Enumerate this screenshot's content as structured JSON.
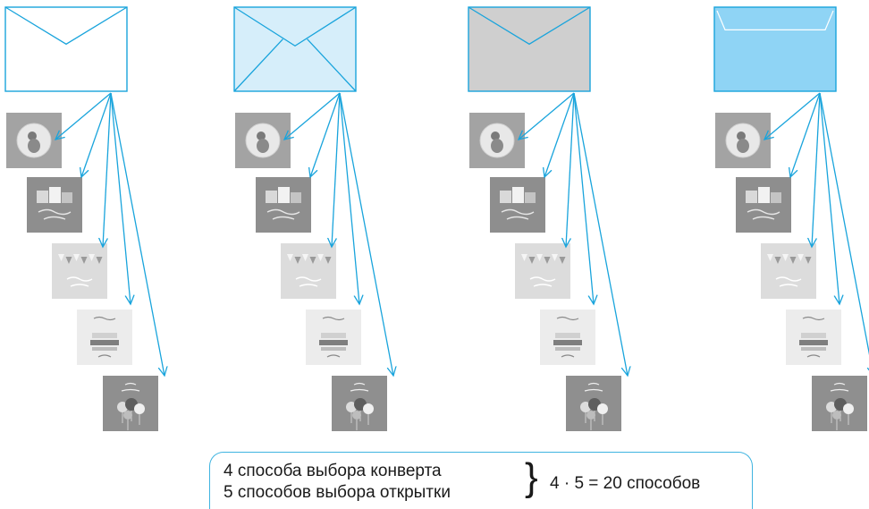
{
  "colors": {
    "arrow": "#19a4dc",
    "envelope_stroke": "#19a4dc",
    "summary_border": "#3fb4e0"
  },
  "envelopes": [
    {
      "name": "envelope-white",
      "fill": "#ffffff",
      "style": "closed"
    },
    {
      "name": "envelope-pale-blue",
      "fill": "#d6eefa",
      "style": "open"
    },
    {
      "name": "envelope-gray",
      "fill": "#cfcfcf",
      "style": "closed"
    },
    {
      "name": "envelope-blue",
      "fill": "#8fd4f5",
      "style": "flap"
    }
  ],
  "cards": [
    {
      "name": "card-bear",
      "fill": "#a3a3a3",
      "motif": "circle"
    },
    {
      "name": "card-gifts",
      "fill": "#8e8e8e",
      "motif": "gifts"
    },
    {
      "name": "card-garland",
      "fill": "#dcdcdc",
      "motif": "flags"
    },
    {
      "name": "card-cake",
      "fill": "#ececec",
      "motif": "cake"
    },
    {
      "name": "card-balloons",
      "fill": "#8f8f8f",
      "motif": "balloons"
    }
  ],
  "summary": {
    "line1": "4 способа выбора конверта",
    "line2": "5 способов выбора открытки",
    "brace": "}",
    "result": "4 · 5 = 20 способов"
  }
}
